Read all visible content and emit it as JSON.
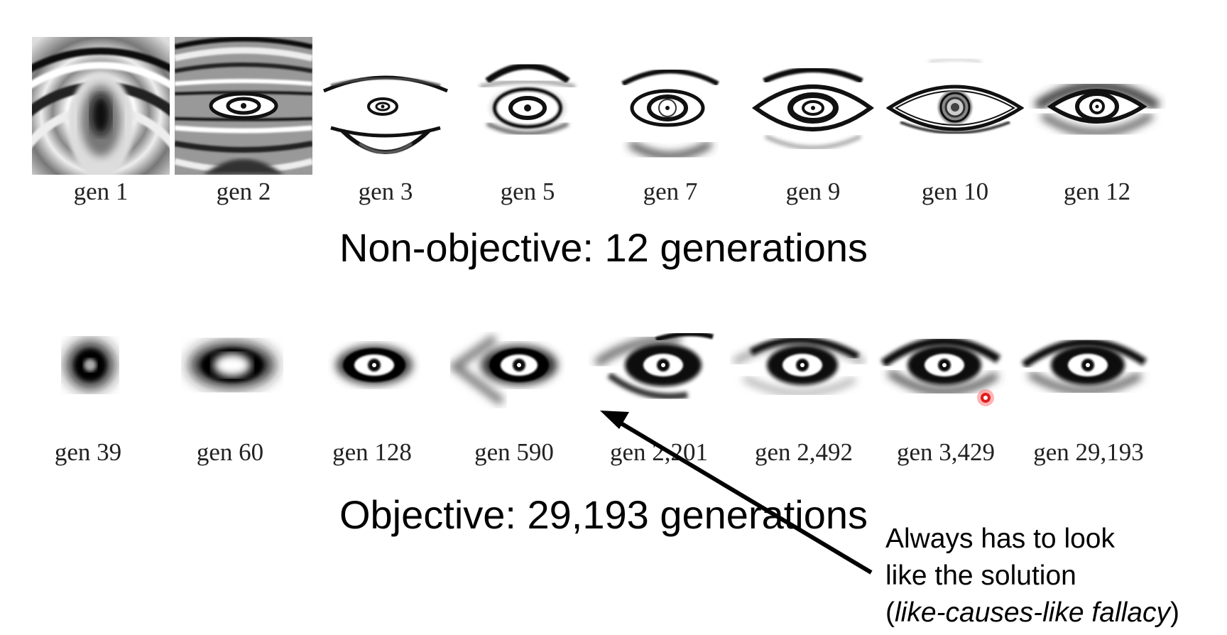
{
  "top_row": {
    "labels": [
      "gen 1",
      "gen 2",
      "gen 3",
      "gen 5",
      "gen 7",
      "gen 9",
      "gen 10",
      "gen 12"
    ],
    "caption": "Non-objective: 12 generations"
  },
  "bottom_row": {
    "labels": [
      "gen 39",
      "gen 60",
      "gen 128",
      "gen 590",
      "gen 2,201",
      "gen 2,492",
      "gen 3,429",
      "gen 29,193"
    ],
    "caption": "Objective: 29,193 generations"
  },
  "annotation": {
    "line1": "Always has to look",
    "line2": "like the solution",
    "paren_open": "(",
    "fallacy": "like-causes-like fallacy",
    "paren_close": ")"
  },
  "colors": {
    "ink": "#000000",
    "cursor": "#e01e1e",
    "background": "#ffffff"
  }
}
